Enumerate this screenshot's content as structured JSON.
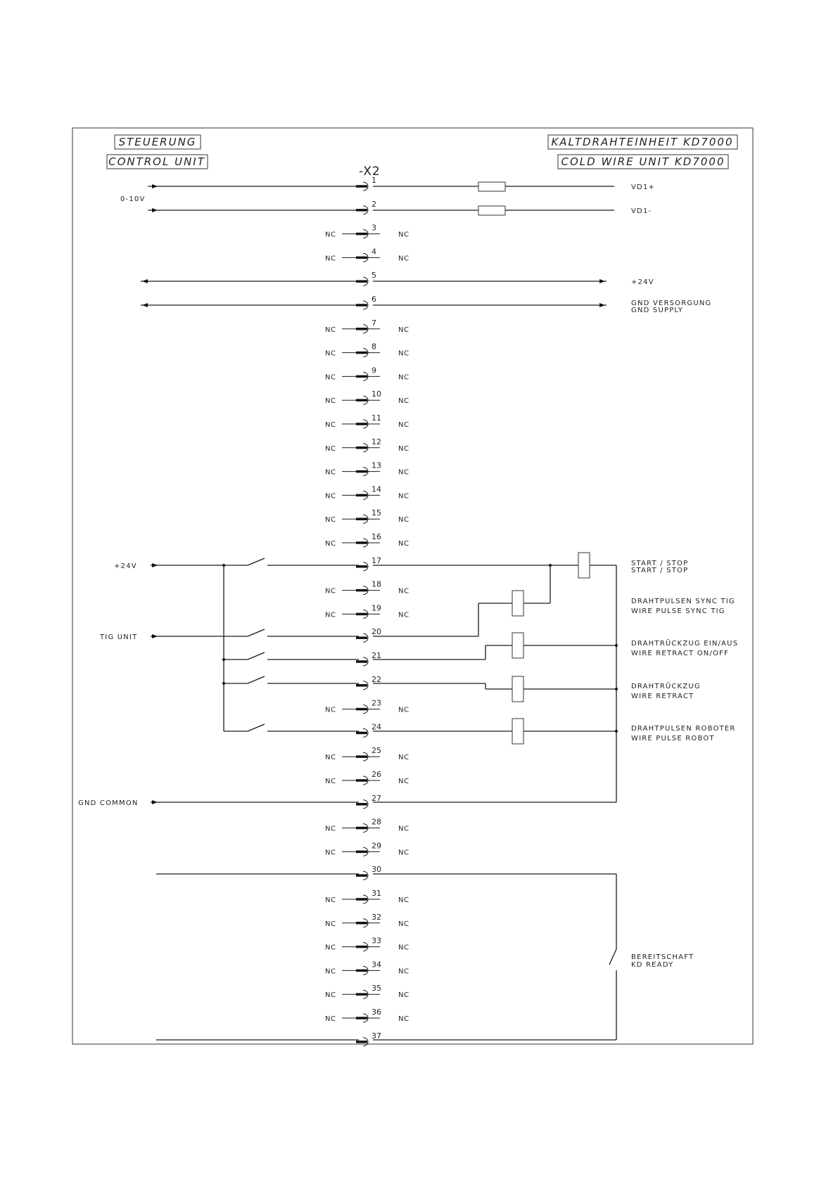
{
  "headers": {
    "left_line1": "STEUERUNG",
    "left_line2": "CONTROL UNIT",
    "right_line1": "KALTDRAHTEINHEIT KD7000",
    "right_line2": "COLD WIRE UNIT KD7000"
  },
  "connector": {
    "name": "-X2",
    "nc_label": "NC"
  },
  "pins": [
    "1",
    "2",
    "3",
    "4",
    "5",
    "6",
    "7",
    "8",
    "9",
    "10",
    "11",
    "12",
    "13",
    "14",
    "15",
    "16",
    "17",
    "18",
    "19",
    "20",
    "21",
    "22",
    "23",
    "24",
    "25",
    "26",
    "27",
    "28",
    "29",
    "30",
    "31",
    "32",
    "33",
    "34",
    "35",
    "36",
    "37"
  ],
  "left_labels": {
    "analog": "0-10V",
    "supply_24v": "+24V",
    "tig_unit": "TIG UNIT",
    "gnd_common": "GND COMMON"
  },
  "right_labels": {
    "vd1_plus": "VD1+",
    "vd1_minus": "VD1-",
    "plus_24v": "+24V",
    "gnd_supply_de": "GND VERSORGUNG",
    "gnd_supply_en": "GND SUPPLY",
    "start_stop_de": "START / STOP",
    "start_stop_en": "START / STOP",
    "pulse_sync_de": "DRAHTPULSEN SYNC TIG",
    "pulse_sync_en": "WIRE PULSE SYNC TIG",
    "retract_onoff_de": "DRAHTRÜCKZUG EIN/AUS",
    "retract_onoff_en": "WIRE RETRACT ON/OFF",
    "retract_de": "DRAHTRÜCKZUG",
    "retract_en": "WIRE RETRACT",
    "pulse_robot_de": "DRAHTPULSEN ROBOTER",
    "pulse_robot_en": "WIRE PULSE ROBOT",
    "ready_de": "BEREITSCHAFT",
    "ready_en": "KD READY"
  },
  "nc_pins": [
    3,
    4,
    7,
    8,
    9,
    10,
    11,
    12,
    13,
    14,
    15,
    16,
    18,
    19,
    23,
    25,
    26,
    28,
    29,
    31,
    32,
    33,
    34,
    35,
    36
  ]
}
